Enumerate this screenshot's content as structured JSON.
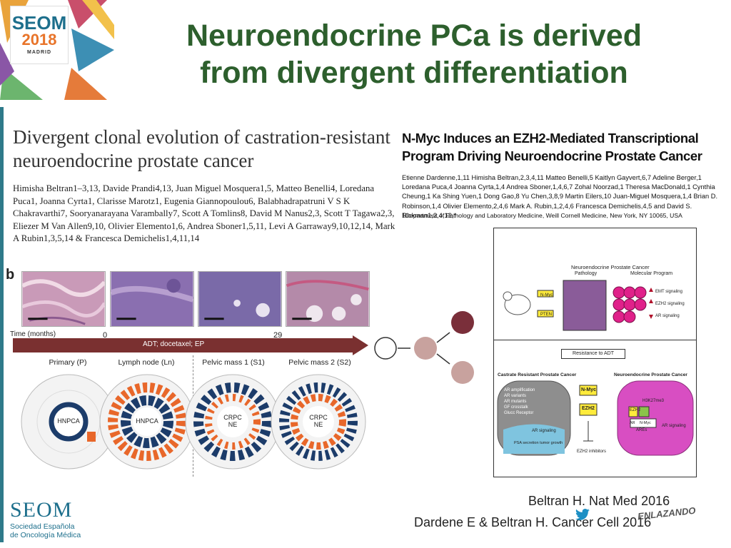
{
  "logo": {
    "seom": "SEOM",
    "year": "2018",
    "city": "MADRID"
  },
  "title": {
    "line1": "Neuroendocrine PCa is derived",
    "line2": "from divergent differentiation"
  },
  "article_left": {
    "title_line1": "Divergent clonal evolution of castration-resistant",
    "title_line2": "neuroendocrine prostate cancer",
    "authors": "Himisha Beltran1–3,13, Davide Prandi4,13, Juan Miguel Mosquera1,5, Matteo Benelli4, Loredana Puca1, Joanna Cyrta1, Clarisse Marotz1, Eugenia Giannopoulou6, Balabhadrapatruni V S K Chakravarthi7, Sooryanarayana Varambally7, Scott A Tomlins8, David M Nanus2,3, Scott T Tagawa2,3, Eliezer M Van Allen9,10, Olivier Elemento1,6, Andrea Sboner1,5,11, Levi A Garraway9,10,12,14, Mark A Rubin1,3,5,14 & Francesca Demichelis1,4,11,14"
  },
  "article_right": {
    "title_line1": "N-Myc Induces an EZH2-Mediated Transcriptional",
    "title_line2": "Program Driving Neuroendocrine Prostate Cancer",
    "authors": "Etienne Dardenne,1,11 Himisha Beltran,2,3,4,11 Matteo Benelli,5 Kaitlyn Gayvert,6,7 Adeline Berger,1 Loredana Puca,4 Joanna Cyrta,1,4 Andrea Sboner,1,4,6,7 Zohal Noorzad,1 Theresa MacDonald,1 Cynthia Cheung,1 Ka Shing Yuen,1 Dong Gao,8 Yu Chen,3,8,9 Martin Eilers,10 Juan-Miguel Mosquera,1,4 Brian D. Robinson,1,4 Olivier Elemento,2,4,6 Mark A. Rubin,1,2,4,6 Francesca Demichelis,4,5 and David S. Rickman1,2,4,12,*",
    "affiliation": "1Department of Pathology and Laboratory Medicine, Weill Cornell Medicine, New York, NY 10065, USA"
  },
  "figure_b": {
    "label": "b",
    "time_label": "Time (months)",
    "time_start": "0",
    "time_end": "29",
    "treatment": "ADT; docetaxel; EP",
    "samples": [
      "Primary (P)",
      "Lymph node (Ln)",
      "Pelvic mass 1 (S1)",
      "Pelvic mass 2 (S2)"
    ],
    "circle_centers": [
      "HNPCA",
      "HNPCA",
      "CRPC NE",
      "CRPC NE"
    ]
  },
  "schematic": {
    "header": "Neuroendocrine Prostate Cancer",
    "pathology": "Pathology",
    "molecular": "Molecular Program",
    "nmyc": "N-Myc",
    "pten": "PTEN",
    "emt": "EMT signaling",
    "ezh2_sig": "EZH2 signaling",
    "ar_sig": "AR signaling",
    "resistance": "Resistance to ADT",
    "crpc": "Castrate Resistant Prostate Cancer",
    "nepc": "Neuroendocrine Prostate Cancer",
    "crpc_list": [
      "AR amplification",
      "AR variants",
      "AR mutants",
      "GF crosstalk",
      "Glucc Receptor"
    ],
    "ar_signaling": "AR signaling",
    "psa": "PSA secretion tumor growth",
    "nmyc_box": "N-Myc",
    "ezh2_box": "EZH2",
    "ezh2_inhibitors": "EZH2 inhibitors",
    "h3k27": "H3K27me3",
    "ezh2_cell": "EZH2",
    "ar": "AR",
    "nmyc_cell": "N-Myc",
    "ares": "AREs",
    "ar_signaling2": "AR signaling"
  },
  "citations": {
    "line1": "Beltran H. Nat Med 2016",
    "line2": "Dardene E & Beltran H. Cancer Cell 2016"
  },
  "footer_logo": {
    "name": "SEOM",
    "sub1": "Sociedad Española",
    "sub2": "de Oncología Médica"
  },
  "watermark": "ENLAZANDO"
}
